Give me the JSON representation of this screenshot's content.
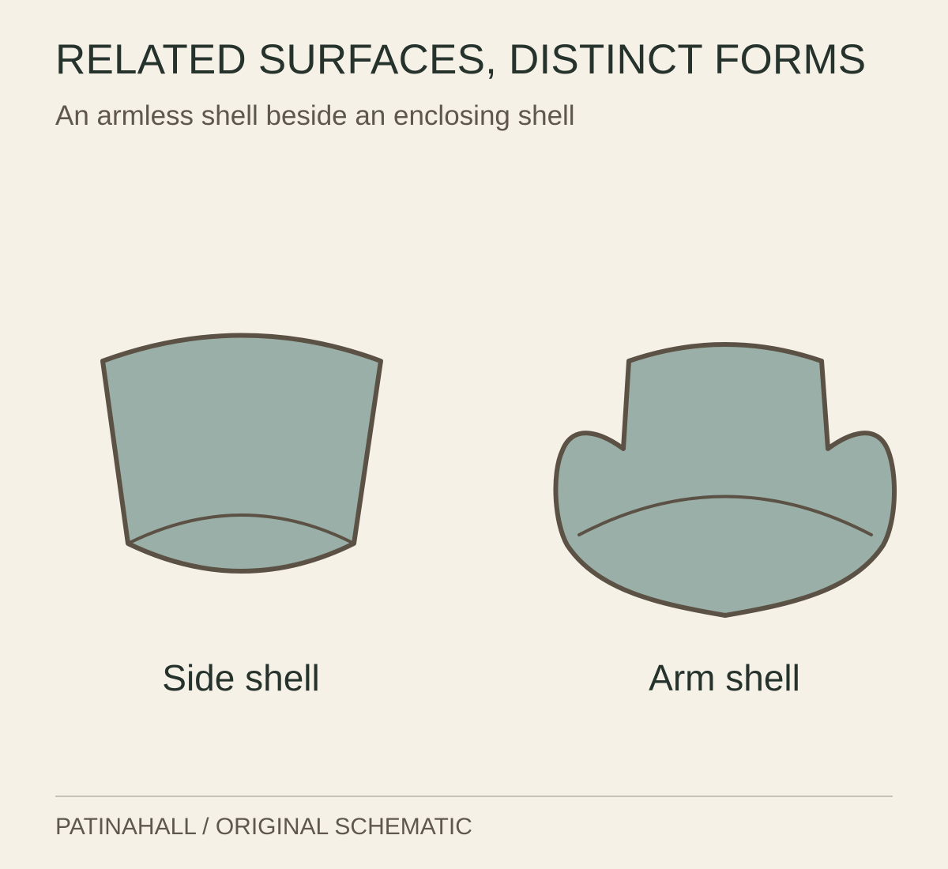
{
  "header": {
    "title": "RELATED SURFACES, DISTINCT FORMS",
    "subtitle": "An armless shell beside an enclosing shell"
  },
  "figures": [
    {
      "label": "Side shell"
    },
    {
      "label": "Arm shell"
    }
  ],
  "footer": {
    "credit": "PATINAHALL / ORIGINAL SCHEMATIC"
  },
  "colors": {
    "background": "#f5f1e7",
    "shell_fill": "#9aafa7",
    "outline": "#5c5145",
    "title_text": "#26322c",
    "muted_text": "#5f574d"
  }
}
